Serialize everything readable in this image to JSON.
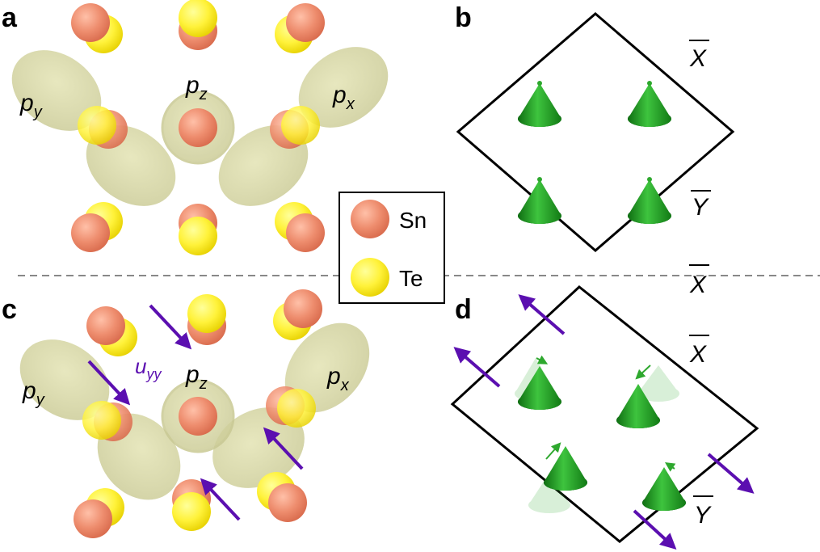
{
  "panels": {
    "a": "a",
    "b": "b",
    "c": "c",
    "d": "d"
  },
  "orbitals": {
    "px": {
      "base": "p",
      "sub": "x"
    },
    "py": {
      "base": "p",
      "sub": "y"
    },
    "pz": {
      "base": "p",
      "sub": "z"
    }
  },
  "strain": {
    "base": "u",
    "sub": "yy"
  },
  "kpoints": {
    "xbar": "X",
    "ybar": "Y"
  },
  "legend": {
    "items": [
      {
        "label": "Sn",
        "color": "#ee8d6e"
      },
      {
        "label": "Te",
        "color": "#fff23a"
      }
    ]
  },
  "colors": {
    "orbital": "#d8d8a0",
    "cone": "#2ea82e",
    "arrow": "#5b0fb0",
    "divider": "#888888"
  }
}
